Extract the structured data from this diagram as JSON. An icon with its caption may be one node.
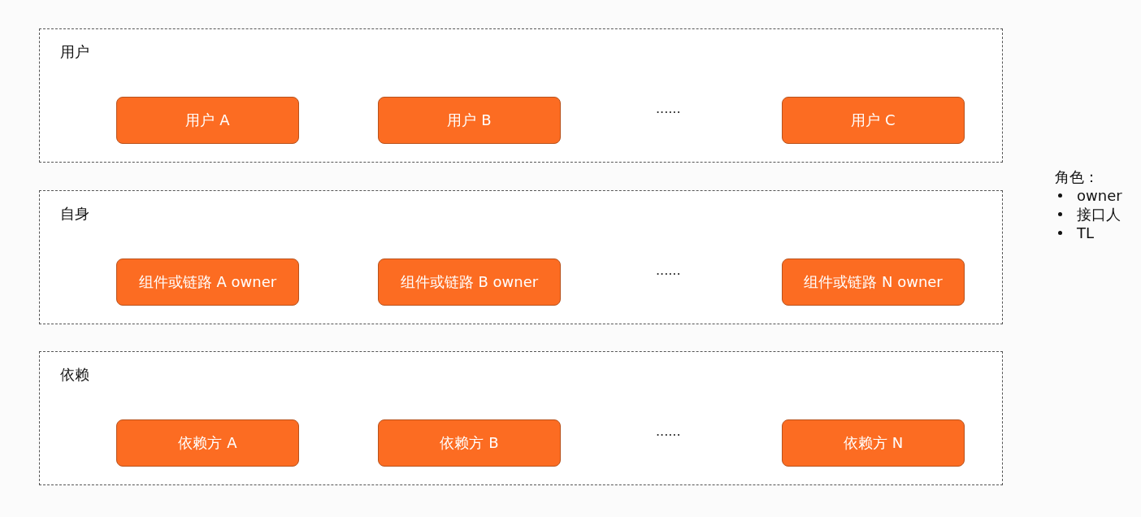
{
  "diagram": {
    "nodes": [
      {
        "text": [
          "用户"
        ]
      },
      {
        "text": [
          "用户 A"
        ],
        "in": 0
      },
      {
        "text": [
          "用户 B"
        ],
        "in": 0
      },
      {
        "text": [
          "用户 C"
        ],
        "in": 0
      },
      {
        "text": [
          "自身"
        ]
      },
      {
        "text": [
          "组件或链路 A owner"
        ],
        "in": 4
      },
      {
        "text": [
          "组件或链路 B owner"
        ],
        "in": 4
      },
      {
        "text": [
          "组件或链路 N owner"
        ],
        "in": 4
      },
      {
        "text": [
          "依赖"
        ]
      },
      {
        "text": [
          "依赖方 A"
        ],
        "in": 8
      },
      {
        "text": [
          "依赖方 B"
        ],
        "in": 8
      },
      {
        "text": [
          "依赖方 N"
        ],
        "in": 8
      }
    ],
    "edges": [],
    "labels": [
      "......",
      "......",
      "......",
      "角色：",
      "owner",
      "接口人",
      "TL"
    ]
  }
}
